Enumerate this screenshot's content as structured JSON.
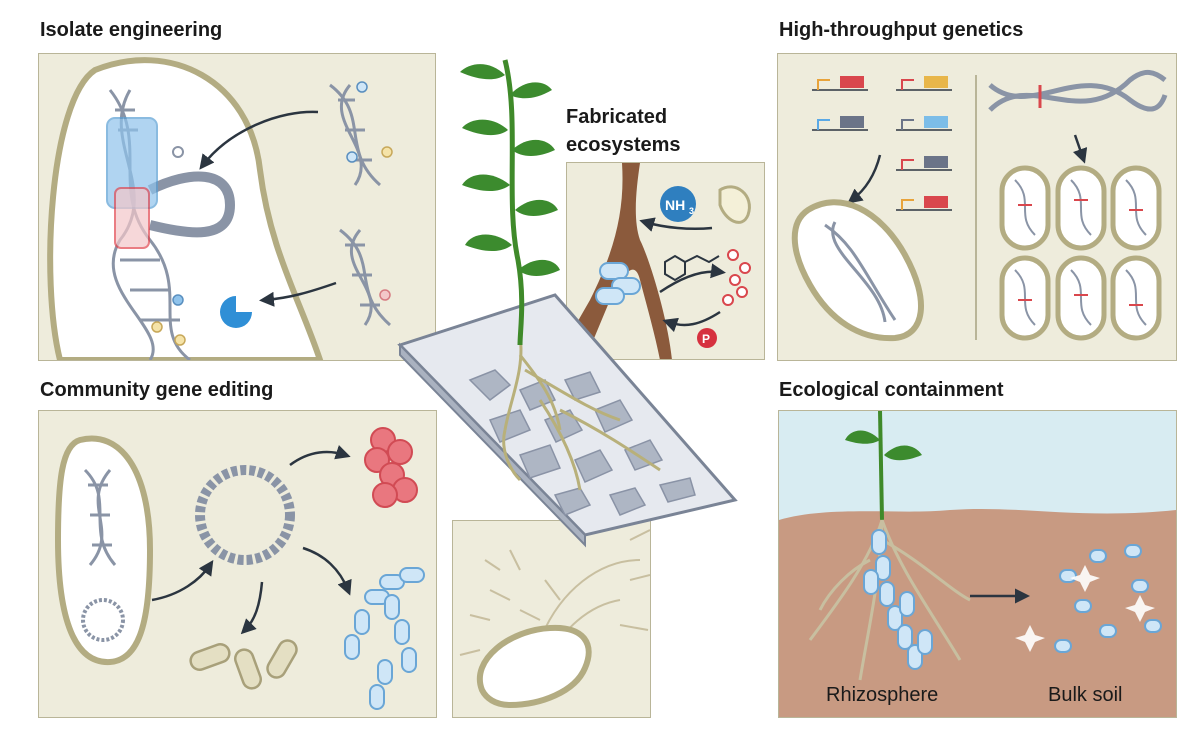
{
  "titles": {
    "isolate": "Isolate engineering",
    "fabricated_line1": "Fabricated",
    "fabricated_line2": "ecosystems",
    "highthroughput": "High-throughput genetics",
    "community": "Community gene editing",
    "ecological": "Ecological containment"
  },
  "labels": {
    "nh3_main": "NH",
    "nh3_sub": "3",
    "phosphate": "P",
    "rhizosphere": "Rhizosphere",
    "bulk_soil": "Bulk soil"
  },
  "colors": {
    "panel_bg": "#eeecdc",
    "panel_border": "#b9b598",
    "cell_fill": "#ffffff",
    "cell_border": "#b3ac82",
    "dna": "#8a94a6",
    "highlight_blue": "#8fc3ec",
    "highlight_red": "#e2474f",
    "leaf_green": "#3c8b2e",
    "stem_green": "#3f8a2a",
    "soil": "#c89a82",
    "sky": "#d8ecf2",
    "root": "#c8bfa0",
    "nh3_badge": "#2f7fbf",
    "phosphate_badge": "#d6313f",
    "arrow": "#2b3540"
  }
}
